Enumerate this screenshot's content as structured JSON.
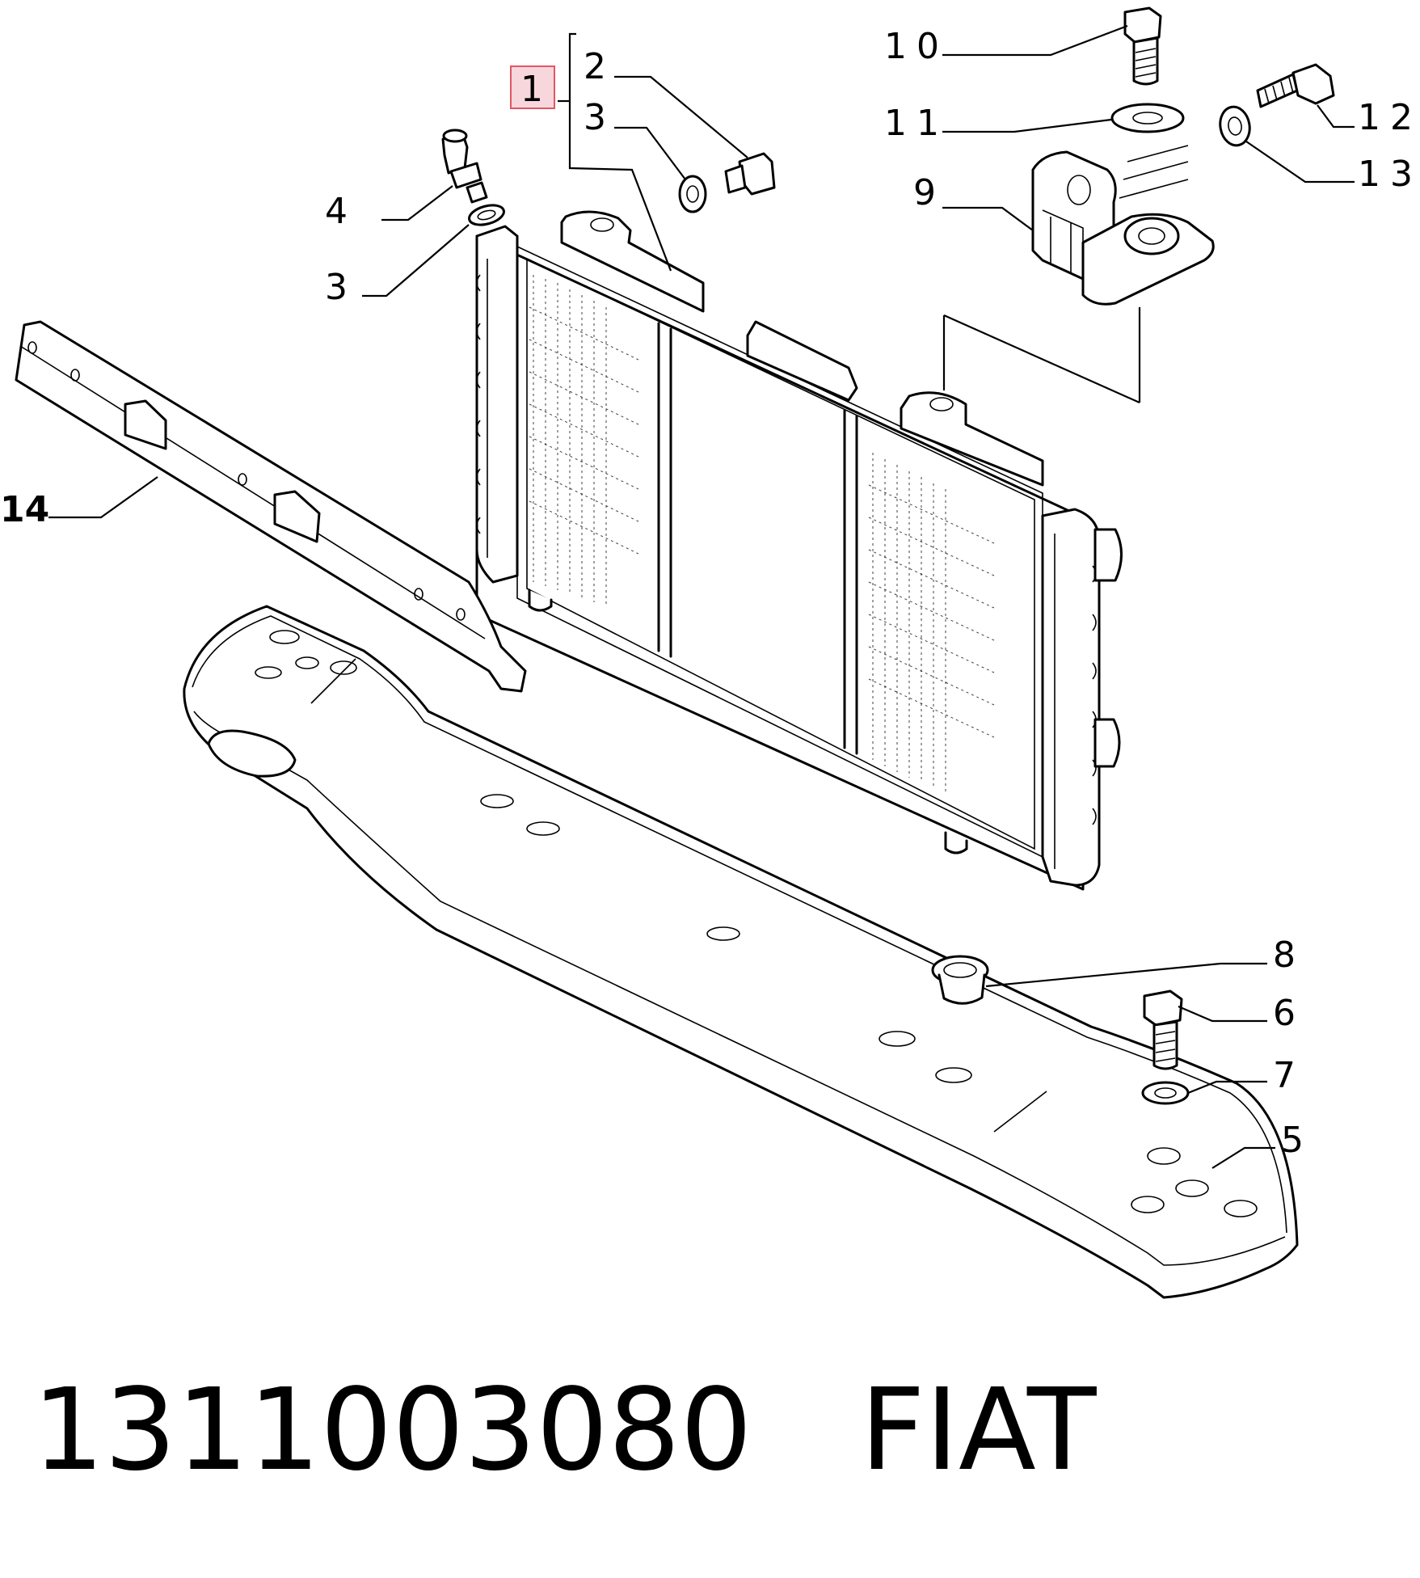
{
  "labels": {
    "l1": "1",
    "l2": "2",
    "l3a": "3",
    "l3b": "3",
    "l4": "4",
    "l5": "5",
    "l6": "6",
    "l7": "7",
    "l8": "8",
    "l9": "9",
    "l10": "10",
    "l11": "11",
    "l12": "12",
    "l13": "13",
    "l14": "14"
  },
  "footer": {
    "part_number": "1311003080",
    "brand": "FIAT"
  },
  "colors": {
    "highlight_fill": "#f8d7dc",
    "highlight_stroke": "#e25563",
    "ink": "#000000"
  }
}
